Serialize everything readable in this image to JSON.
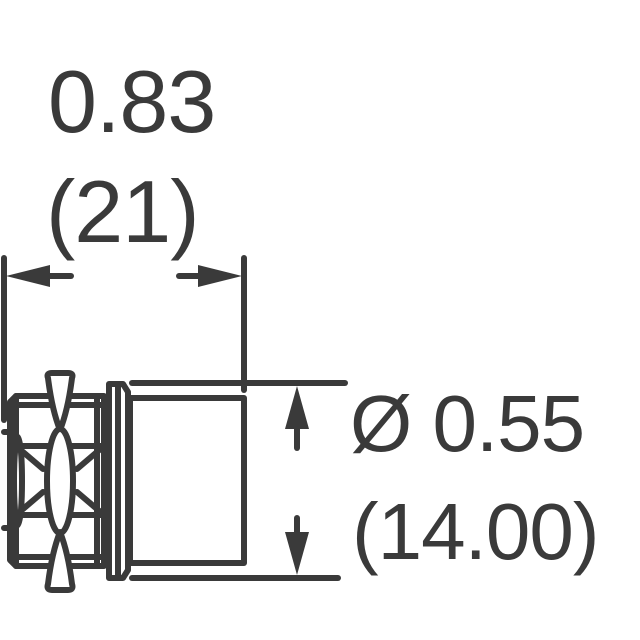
{
  "drawing": {
    "type": "mechanical dimension drawing",
    "subject": "panel-mount connector / bushing side view",
    "line_color": "#3a3a3a",
    "background": "#ffffff"
  },
  "dimensions": {
    "length": {
      "value_in": "0.83",
      "value_mm": "(21)"
    },
    "diameter": {
      "symbol": "Ø",
      "value_in": "Ø 0.55",
      "value_mm": "(14.00)"
    }
  }
}
